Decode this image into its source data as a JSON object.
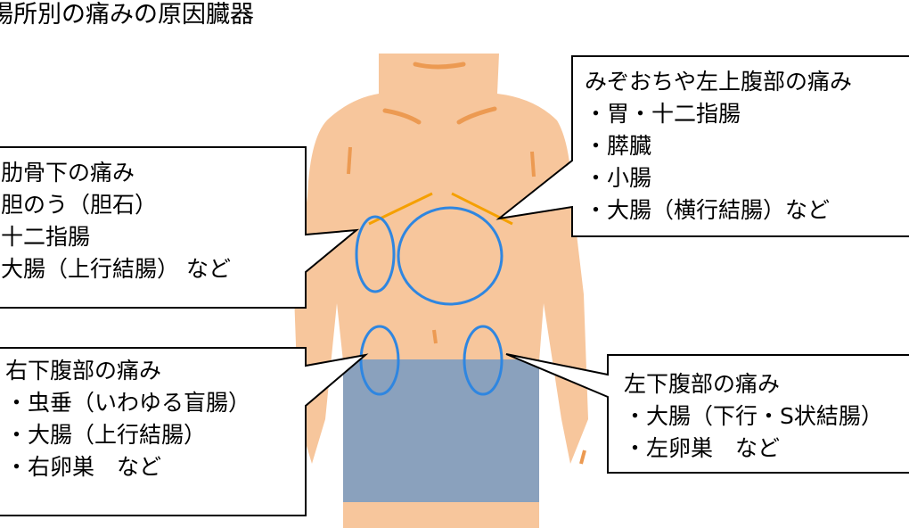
{
  "title": "場所別の痛みの原因臓器",
  "colors": {
    "skin": "#f7c69c",
    "skin_line": "#ec9a52",
    "shorts": "#8aa1bd",
    "circle": "#2f86e0",
    "rib": "#f5a000"
  },
  "callouts": {
    "right_upper": {
      "heading": "右肋骨下の痛み",
      "items": [
        "・胆のう（胆石）",
        "・十二指腸",
        "・大腸（上行結腸） など"
      ]
    },
    "epigastric": {
      "heading": "みぞおちや左上腹部の痛み",
      "items": [
        "・胃・十二指腸",
        "・膵臓",
        "・小腸",
        "・大腸（横行結腸）など"
      ]
    },
    "right_lower": {
      "heading": "右下腹部の痛み",
      "items": [
        "・虫垂（いわゆる盲腸）",
        "・大腸（上行結腸）",
        "・右卵巣　など"
      ]
    },
    "left_lower": {
      "heading": "左下腹部の痛み",
      "items": [
        "・大腸（下行・S状結腸）",
        "・左卵巣　など"
      ]
    }
  }
}
